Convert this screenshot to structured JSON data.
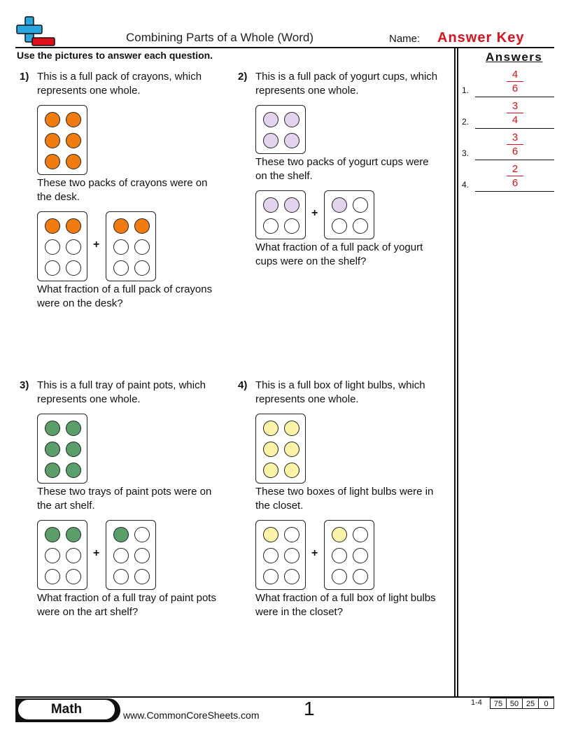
{
  "header": {
    "title": "Combining Parts of a Whole (Word)",
    "name_label": "Name:",
    "answer_key": "Answer Key",
    "instructions": "Use the pictures to answer each question."
  },
  "answers": {
    "heading": "Answers",
    "items": [
      {
        "num": "1.",
        "numerator": "4",
        "denominator": "6"
      },
      {
        "num": "2.",
        "numerator": "3",
        "denominator": "4"
      },
      {
        "num": "3.",
        "numerator": "3",
        "denominator": "6"
      },
      {
        "num": "4.",
        "numerator": "2",
        "denominator": "6"
      }
    ]
  },
  "questions": [
    {
      "num": "1)",
      "intro": [
        "This is a full pack of crayons, which",
        "represents one whole."
      ],
      "middle": [
        "These two packs of crayons were on",
        "the desk."
      ],
      "question": [
        "What fraction of a full pack of crayons",
        "were on the desk?"
      ],
      "color": "#f27b0e",
      "rows": 3,
      "cols": 2,
      "first_filled": 2,
      "second_filled": 2
    },
    {
      "num": "2)",
      "intro": [
        "This is a full pack of yogurt cups, which",
        "represents one whole."
      ],
      "middle": [
        "These two packs of yogurt cups were",
        "on the shelf."
      ],
      "question": [
        "What fraction of a full pack of yogurt",
        "cups were on the shelf?"
      ],
      "color": "#e3d3ec",
      "rows": 2,
      "cols": 2,
      "first_filled": 2,
      "second_filled": 1
    },
    {
      "num": "3)",
      "intro": [
        "This is a full tray of paint pots, which",
        "represents one whole."
      ],
      "middle": [
        "These two trays of paint pots were on",
        "the art shelf."
      ],
      "question": [
        "What fraction of a full tray of paint pots",
        "were on the art shelf?"
      ],
      "color": "#5a9e6a",
      "rows": 3,
      "cols": 2,
      "first_filled": 2,
      "second_filled": 1
    },
    {
      "num": "4)",
      "intro": [
        "This is a full box of light bulbs, which",
        "represents one whole."
      ],
      "middle": [
        "These two boxes of light bulbs were in",
        "the closet."
      ],
      "question": [
        "What fraction of a full box of light bulbs",
        "were in the closet?"
      ],
      "color": "#fbf3a6",
      "rows": 3,
      "cols": 2,
      "first_filled": 1,
      "second_filled": 1
    }
  ],
  "plus_sign": "+",
  "footer": {
    "subject": "Math",
    "website": "www.CommonCoreSheets.com",
    "page": "1",
    "range": "1-4",
    "scores": [
      "75",
      "50",
      "25",
      "0"
    ]
  },
  "colors": {
    "accent_red": "#e0101a",
    "logo_blue": "#29a7e1",
    "logo_red": "#e0101a"
  }
}
